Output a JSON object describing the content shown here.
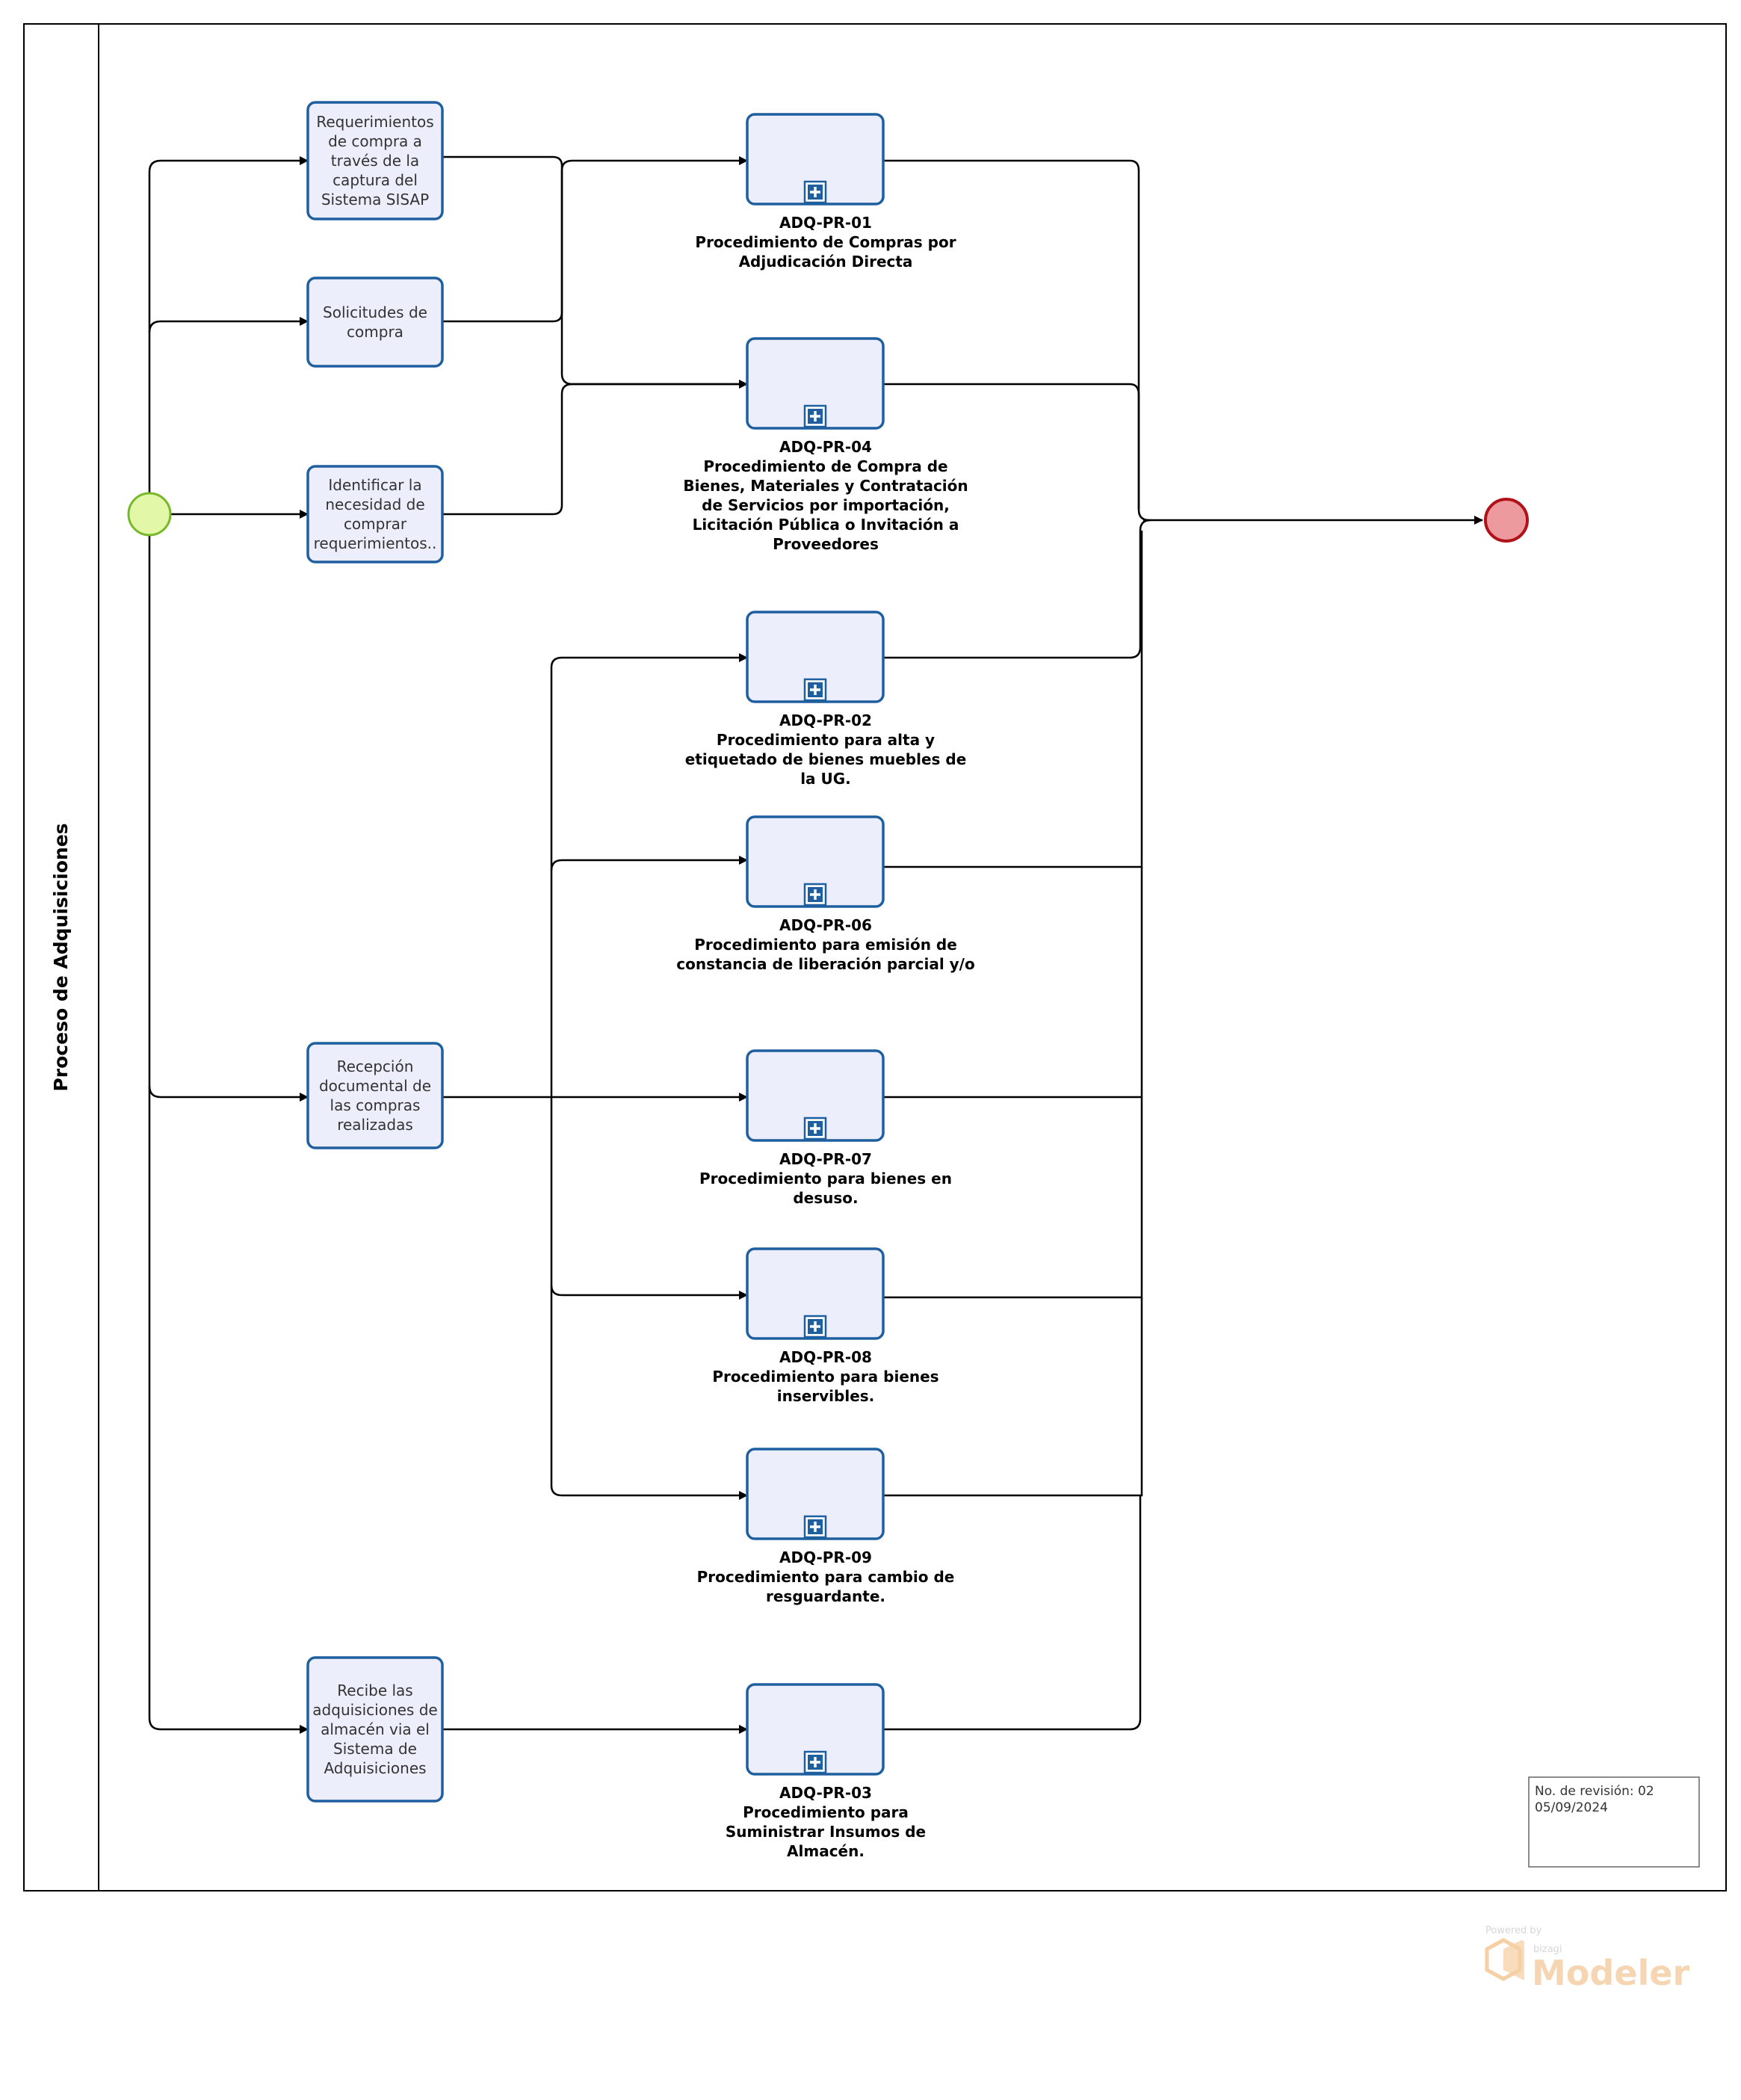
{
  "pool": {
    "label": "Proceso de Adquisiciones"
  },
  "colors": {
    "task_fill": "#eceefc",
    "task_stroke": "#1e5f9f",
    "start_fill": "#e3f7a8",
    "start_stroke": "#77b82a",
    "end_fill": "#ec9a9e",
    "end_stroke": "#b11218",
    "flow": "#000000"
  },
  "events": {
    "start": {
      "name": "start-event"
    },
    "end": {
      "name": "end-event"
    }
  },
  "tasks": [
    {
      "id": "t1",
      "lines": [
        "Requerimientos",
        "de compra a",
        "través de la",
        "captura del",
        "Sistema SISAP"
      ]
    },
    {
      "id": "t2",
      "lines": [
        "Solicitudes de",
        "compra"
      ]
    },
    {
      "id": "t3",
      "lines": [
        "Identificar la",
        "necesidad  de",
        "comprar",
        "requerimientos.."
      ]
    },
    {
      "id": "t4",
      "lines": [
        "Recepción",
        "documental de",
        "las compras",
        "realizadas"
      ]
    },
    {
      "id": "t5",
      "lines": [
        "Recibe las",
        "adquisiciones de",
        "almacén via el",
        "Sistema de",
        "Adquisiciones"
      ]
    }
  ],
  "subprocesses": [
    {
      "id": "s01",
      "lines": [
        "ADQ-PR-01",
        "Procedimiento de Compras por",
        "Adjudicación Directa"
      ]
    },
    {
      "id": "s04",
      "lines": [
        "ADQ-PR-04",
        "Procedimiento de Compra de",
        "Bienes, Materiales y Contratación",
        "de Servicios por importación,",
        "Licitación Pública o Invitación a",
        "Proveedores"
      ]
    },
    {
      "id": "s02",
      "lines": [
        "ADQ-PR-02",
        "Procedimiento para alta y",
        "etiquetado de bienes muebles de",
        "la UG."
      ]
    },
    {
      "id": "s06",
      "lines": [
        "ADQ-PR-06",
        "Procedimiento para emisión de",
        "constancia de liberación parcial y/o"
      ]
    },
    {
      "id": "s07",
      "lines": [
        "ADQ-PR-07",
        "Procedimiento para bienes en",
        "desuso."
      ]
    },
    {
      "id": "s08",
      "lines": [
        "ADQ-PR-08",
        "Procedimiento para bienes",
        "inservibles."
      ]
    },
    {
      "id": "s09",
      "lines": [
        "ADQ-PR-09",
        "Procedimiento para cambio de",
        "resguardante."
      ]
    },
    {
      "id": "s03",
      "lines": [
        "ADQ-PR-03",
        "Procedimiento para",
        "Suministrar Insumos de",
        "Almacén."
      ]
    }
  ],
  "note": {
    "line1": "No. de revisión: 02",
    "line2": "05/09/2024"
  },
  "watermark": {
    "powered": "Powered by",
    "brand": "bizagi",
    "product": "Modeler"
  }
}
